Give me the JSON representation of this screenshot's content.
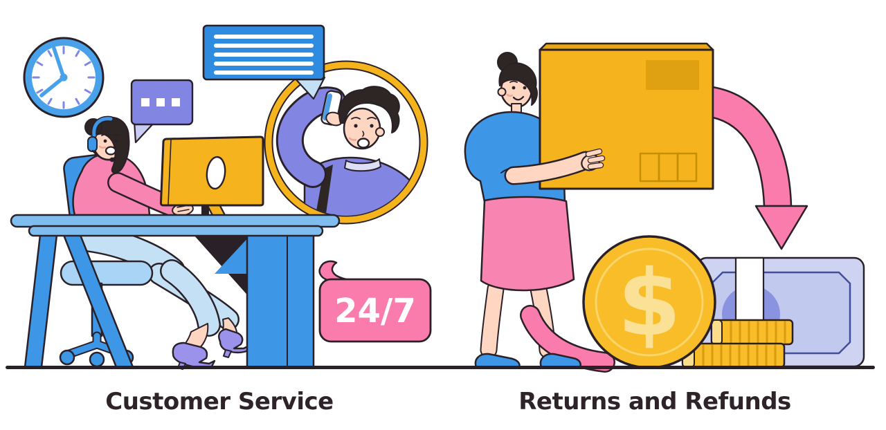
{
  "left_panel": {
    "caption": "Customer Service",
    "badge_label": "24/7"
  },
  "right_panel": {
    "caption": "Returns and Refunds",
    "coin_symbol": "$"
  },
  "colors": {
    "blue": "#3E96E6",
    "light_blue": "#7EBDEE",
    "pale_blue": "#C4E0F5",
    "sky_blue": "#A9D4F5",
    "bright_blue": "#2F8BDF",
    "periwinkle": "#8286E2",
    "lavender": "#C9CDF4",
    "pale_lavender": "#DCDFF6",
    "pink": "#F884B2",
    "hot_pink": "#FA7CAD",
    "blush": "#F2A696",
    "yellow": "#F5B41E",
    "dark_yellow": "#E9A714",
    "mustard": "#DFA011",
    "gold": "#F8BD28",
    "pale_gold": "#FBDD8B",
    "cream": "#FBE195",
    "coin_ring": "#FAD66A",
    "coin_stripe": "#D89C10",
    "crate_slot": "#C68F00",
    "skin": "#FFD6C2",
    "hair": "#2E2624",
    "heel": "#9B93EB",
    "note": "#CDD3F1",
    "note_inner": "#C2C9EE",
    "note_accent": "#8A93E0",
    "note_stroke": "#434E9B",
    "tick": "#7D88E5",
    "hand_blue": "#49A2E9",
    "outline": "#2A2028",
    "text": "#2E2328"
  }
}
